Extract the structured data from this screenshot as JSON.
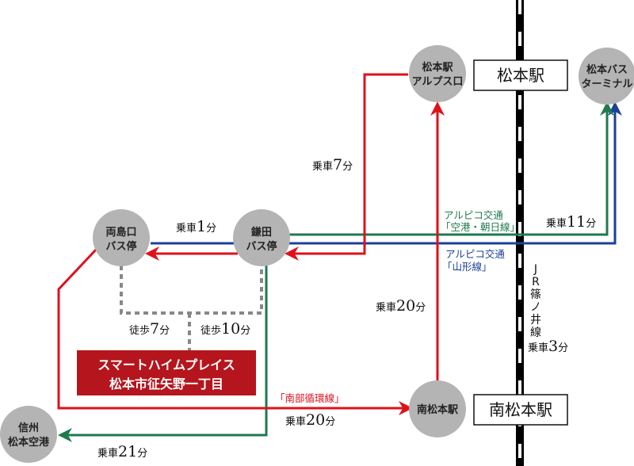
{
  "colors": {
    "red_route": "#e0101a",
    "green_route": "#1f7a4f",
    "blue_route": "#1d3f99",
    "node_fill": "#b4b4b4",
    "walk_dash": "#888888",
    "destination_fill": "#b5151d",
    "rail": "#000000"
  },
  "nodes": {
    "matsumoto_alps": {
      "line1": "松本駅",
      "line2": "アルプス口"
    },
    "matsumoto_bus_terminal": {
      "line1": "松本バス",
      "line2": "ターミナル"
    },
    "ryoshimaguchi": {
      "line1": "両島口",
      "line2": "バス停"
    },
    "kamada": {
      "line1": "鎌田",
      "line2": "バス停"
    },
    "minami_matsumoto_stop": {
      "line1": "南松本駅"
    },
    "shinshu_airport": {
      "line1": "信州",
      "line2": "松本空港"
    }
  },
  "stations": {
    "matsumoto": "松本駅",
    "minami_matsumoto": "南松本駅"
  },
  "destination": {
    "line1": "スマートハイムプレイス",
    "line2": "松本市征矢野一丁目"
  },
  "routes": {
    "alpico_asahi": {
      "line1": "アルピコ交通",
      "line2": "「空港・朝日線」"
    },
    "alpico_yamagata": {
      "line1": "アルピコ交通",
      "line2": "「山形線」"
    },
    "nanbu_loop": "「南部循環線」",
    "jr_shinonoi": [
      "J",
      "R",
      "篠",
      "ノ",
      "井",
      "線"
    ]
  },
  "times": {
    "ride_prefix": "乗車",
    "walk_prefix": "徒歩",
    "unit": "分",
    "kamada_to_ryoshima": "1",
    "alps_to_kamada": "7",
    "kamada_to_terminal": "11",
    "minami_to_alps": "20",
    "loop_to_minami": "20",
    "kamada_to_airport": "21",
    "jr_ride": "3",
    "walk_ryoshima": "7",
    "walk_kamada": "10"
  }
}
